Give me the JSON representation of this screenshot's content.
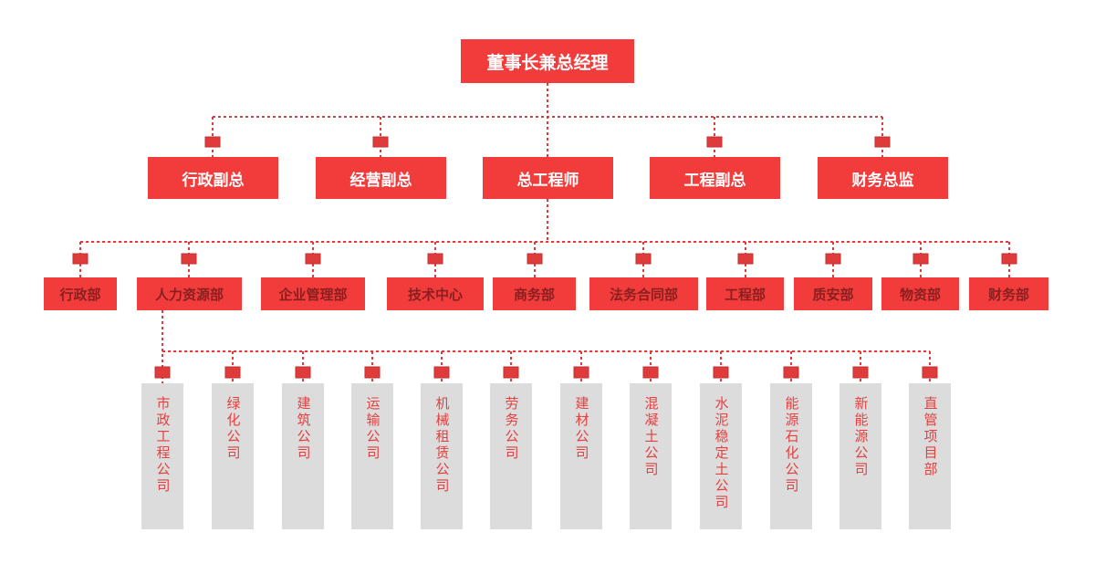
{
  "colors": {
    "node_red": "#f23c3c",
    "node_text": "#ffffff",
    "dept_text": "#8a1f1f",
    "company_bg": "#dcdcdc",
    "company_text": "#e64040",
    "connector": "#e03b3b"
  },
  "org": {
    "root": "董事长兼总经理",
    "executives": [
      "行政副总",
      "经营副总",
      "总工程师",
      "工程副总",
      "财务总监"
    ],
    "departments": [
      "行政部",
      "人力资源部",
      "企业管理部",
      "技术中心",
      "商务部",
      "法务合同部",
      "工程部",
      "质安部",
      "物资部",
      "财务部"
    ],
    "companies": [
      "市政工程公司",
      "绿化公司",
      "建筑公司",
      "运输公司",
      "机械租赁公司",
      "劳务公司",
      "建材公司",
      "混凝土公司",
      "水泥稳定土公司",
      "能源石化公司",
      "新能源公司",
      "直管项目部"
    ]
  }
}
